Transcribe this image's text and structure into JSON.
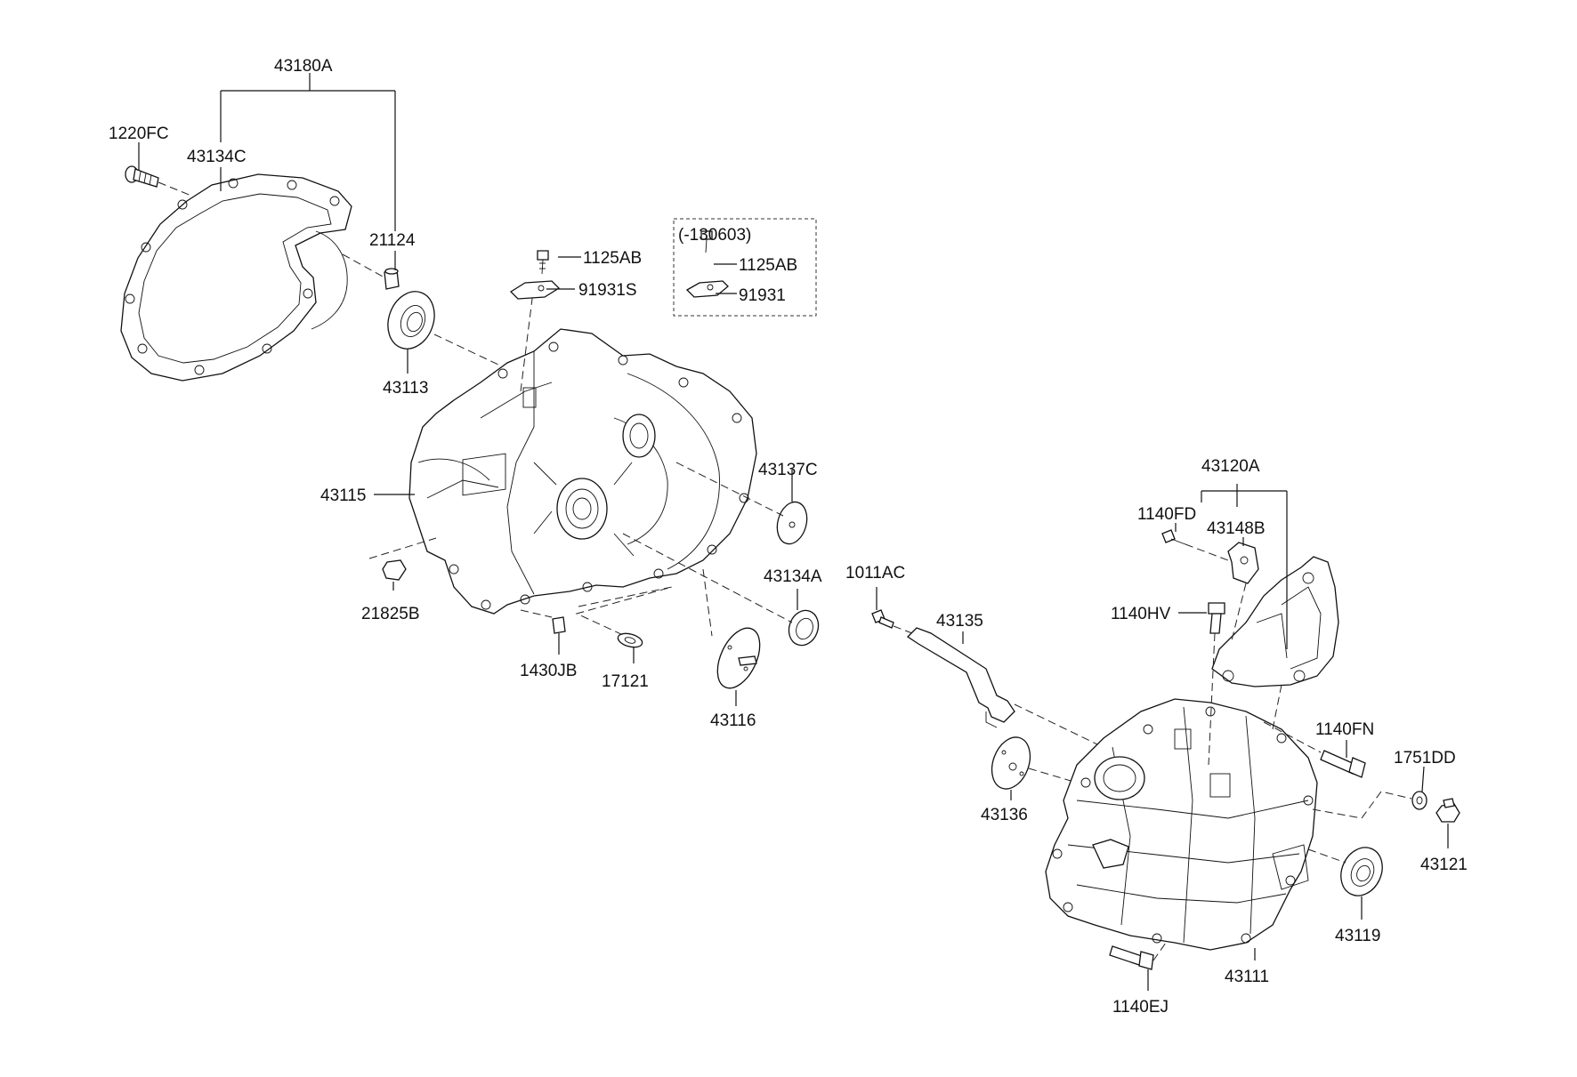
{
  "labels": {
    "l43180A": "43180A",
    "l1220FC": "1220FC",
    "l43134C": "43134C",
    "l21124": "21124",
    "l43113": "43113",
    "l1125AB": "1125AB",
    "l91931S": "91931S",
    "l130603": "(-130603)",
    "l1125AB_b": "1125AB",
    "l91931": "91931",
    "l43137C": "43137C",
    "l43115": "43115",
    "l21825B": "21825B",
    "l43134A": "43134A",
    "l1430JB": "1430JB",
    "l17121": "17121",
    "l43116": "43116",
    "l1011AC": "1011AC",
    "l43135": "43135",
    "l43120A": "43120A",
    "l1140FD": "1140FD",
    "l43148B": "43148B",
    "l1140HV": "1140HV",
    "l1140FN": "1140FN",
    "l1751DD": "1751DD",
    "l43136": "43136",
    "l43121": "43121",
    "l43119": "43119",
    "l43111": "43111",
    "l1140EJ": "1140EJ"
  }
}
